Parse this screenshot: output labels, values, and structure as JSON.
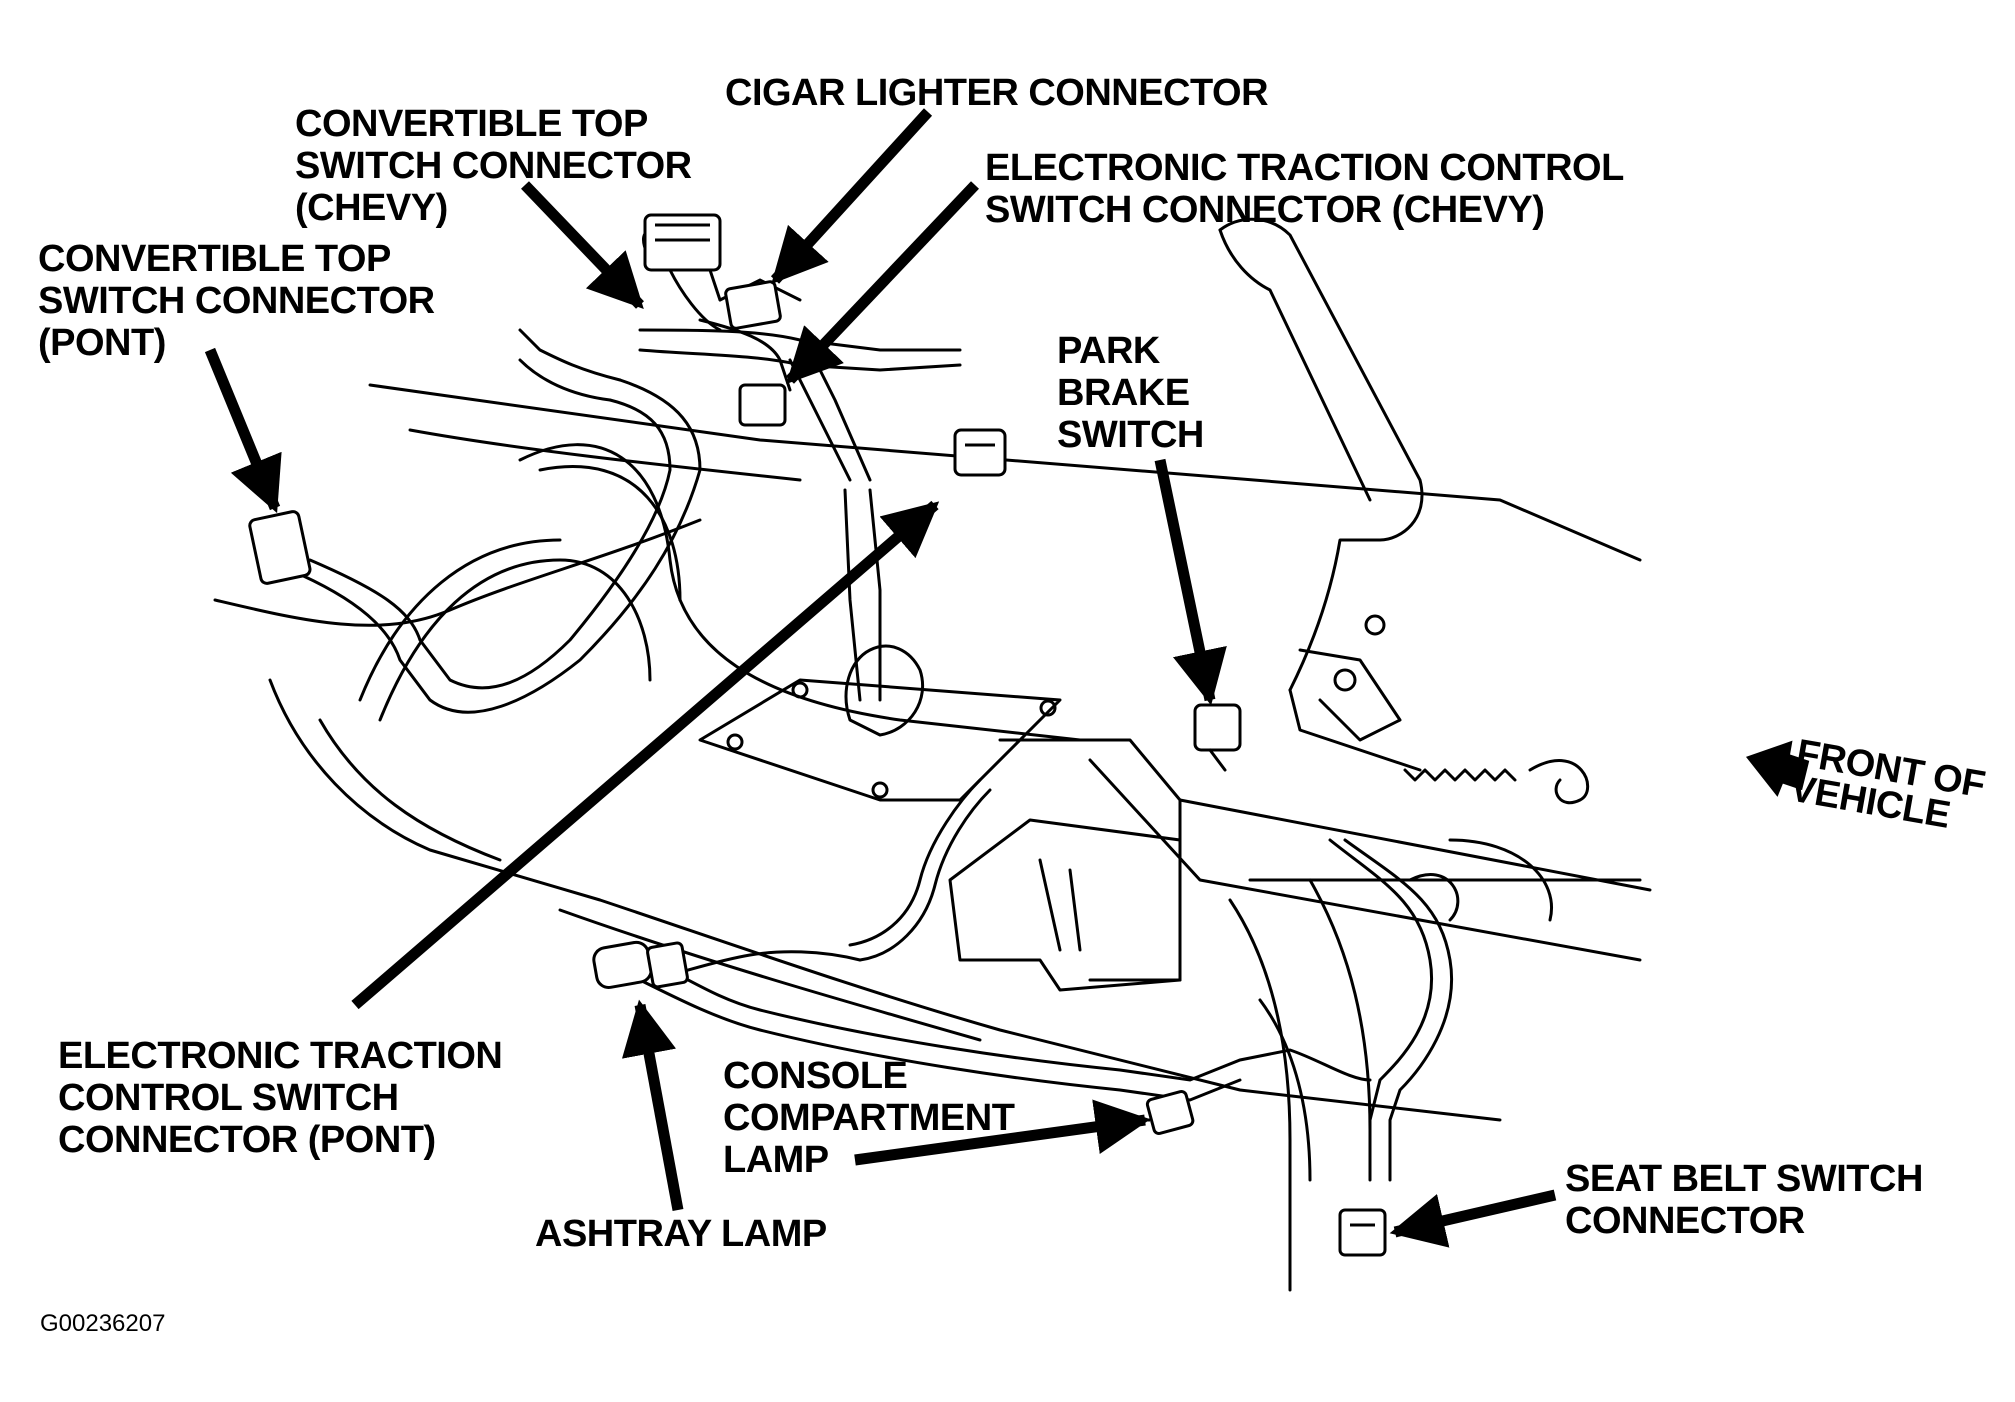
{
  "labels": {
    "cigar_lighter": [
      "CIGAR LIGHTER CONNECTOR"
    ],
    "conv_top_chevy": [
      "CONVERTIBLE TOP",
      "SWITCH CONNECTOR",
      "(CHEVY)"
    ],
    "conv_top_pont": [
      "CONVERTIBLE TOP",
      "SWITCH CONNECTOR",
      "(PONT)"
    ],
    "etc_chevy": [
      "ELECTRONIC TRACTION CONTROL",
      "SWITCH CONNECTOR (CHEVY)"
    ],
    "park_brake": [
      "PARK",
      "BRAKE",
      "SWITCH"
    ],
    "front_of_vehicle": [
      "FRONT OF",
      "VEHICLE"
    ],
    "etc_pont": [
      "ELECTRONIC TRACTION",
      "CONTROL SWITCH",
      "CONNECTOR (PONT)"
    ],
    "console_lamp": [
      "CONSOLE",
      "COMPARTMENT",
      "LAMP"
    ],
    "ashtray_lamp": [
      "ASHTRAY LAMP"
    ],
    "seat_belt": [
      "SEAT BELT SWITCH",
      "CONNECTOR"
    ]
  },
  "figure_id": "G00236207"
}
